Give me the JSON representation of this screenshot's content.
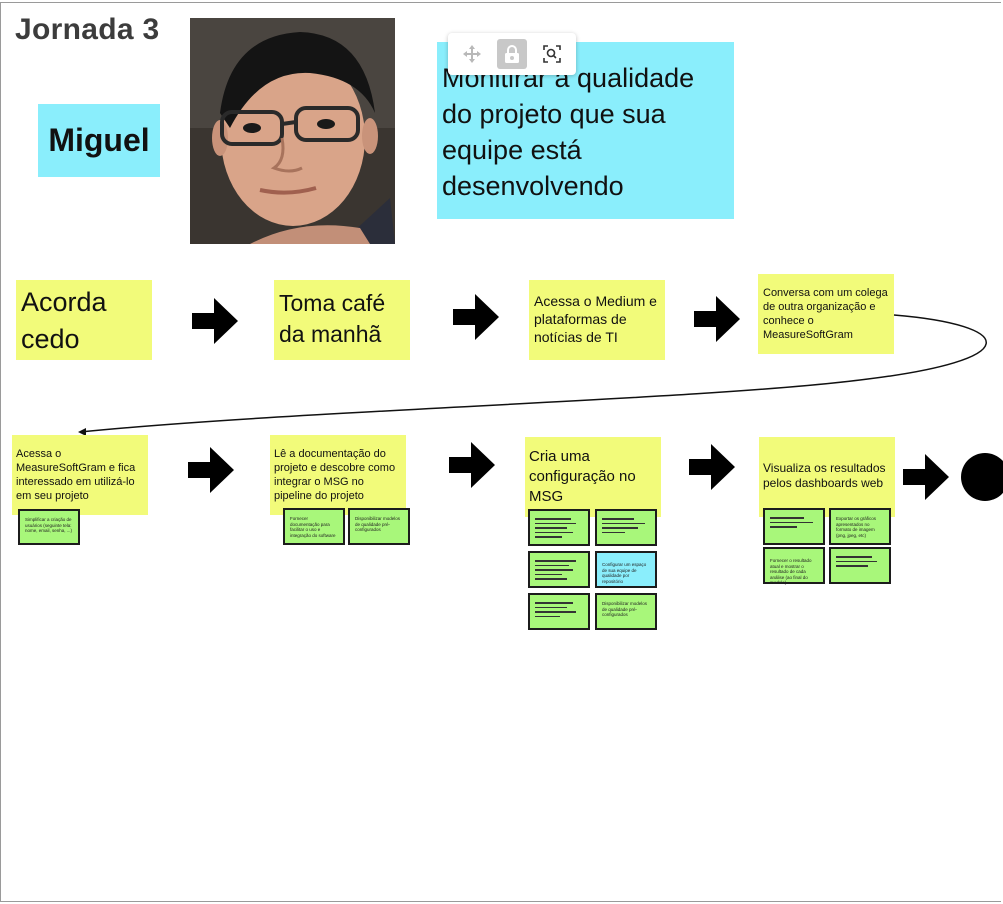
{
  "board": {
    "title": "Jornada 3",
    "persona_name": "Miguel",
    "goal": "Monitirar a qualidade do projeto que sua equipe está desenvolvendo"
  },
  "toolbar": {
    "icons": [
      "move-icon",
      "lock-icon",
      "zoom-to-fit-icon"
    ]
  },
  "row1": {
    "step1": "Acorda cedo",
    "step2": "Toma café da manhã",
    "step3": "Acessa o Medium e plataformas de notícias de TI",
    "step4": "Conversa com um colega de outra organização e conhece o MeasureSoftGram"
  },
  "row2": {
    "step5": "Acessa o MeasureSoftGram e fica interessado em utilizá-lo em seu projeto",
    "step6": "Lê a documentação do projeto e descobre como integrar o MSG no pipeline do projeto",
    "step7": "Cria uma configuração no MSG",
    "step8": "Visualiza os resultados pelos dashboards web"
  },
  "notes": {
    "step5_a": "Simplificar a criação de usuários (seguinte tela: nome, email, senha, ...)",
    "step6_a": "Fornecer documentação para facilitar o uso e integração do software",
    "step6_b": "Disponibilizar modelos de qualidade pré-configurados",
    "step7_cyan": "Configurar um espaço de sua equipe de qualidade por repositório",
    "step7_b": "Disponibilizar modelos de qualidade pré-configurados",
    "step8_a": "Exportar os gráficos apresentados no formato de imagem (png, jpeg, etc)",
    "step8_b": "Fornecer o resultado atual e mostrar o resultado de cada análise (ao final do modelo)"
  },
  "colors": {
    "sticky_yellow": "#f2fb7a",
    "sticky_cyan": "#8aeefc",
    "note_green": "#a8f77a"
  }
}
